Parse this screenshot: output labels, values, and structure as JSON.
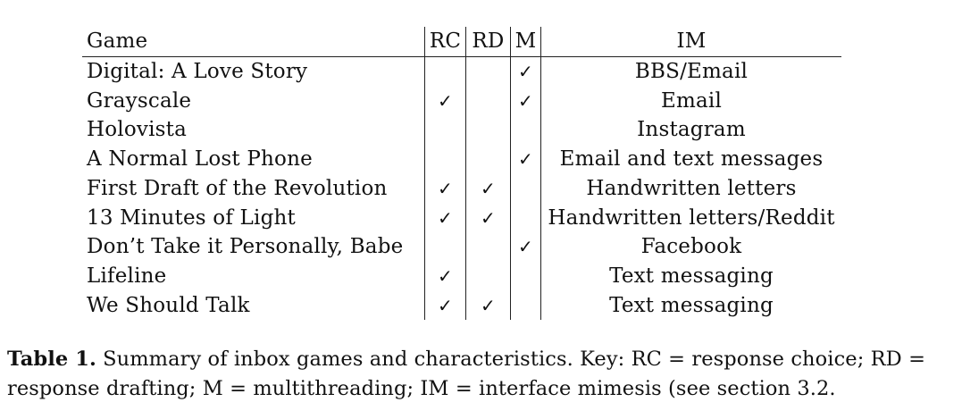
{
  "table": {
    "headers": [
      "Game",
      "RC",
      "RD",
      "M",
      "IM"
    ],
    "check_glyph": "✓",
    "rows": [
      {
        "game": "Digital: A Love Story",
        "rc": "",
        "rd": "",
        "m": "✓",
        "im": "BBS/Email"
      },
      {
        "game": "Grayscale",
        "rc": "✓",
        "rd": "",
        "m": "✓",
        "im": "Email"
      },
      {
        "game": "Holovista",
        "rc": "",
        "rd": "",
        "m": "",
        "im": "Instagram"
      },
      {
        "game": "A Normal Lost Phone",
        "rc": "",
        "rd": "",
        "m": "✓",
        "im": "Email and text messages"
      },
      {
        "game": "First Draft of the Revolution",
        "rc": "✓",
        "rd": "✓",
        "m": "",
        "im": "Handwritten letters"
      },
      {
        "game": "13 Minutes of Light",
        "rc": "✓",
        "rd": "✓",
        "m": "",
        "im": "Handwritten letters/Reddit"
      },
      {
        "game": "Don’t Take it Personally, Babe",
        "rc": "",
        "rd": "",
        "m": "✓",
        "im": "Facebook"
      },
      {
        "game": "Lifeline",
        "rc": "✓",
        "rd": "",
        "m": "",
        "im": "Text messaging"
      },
      {
        "game": "We Should Talk",
        "rc": "✓",
        "rd": "✓",
        "m": "",
        "im": "Text messaging"
      }
    ]
  },
  "caption": {
    "label": "Table 1.",
    "text": " Summary of inbox games and characteristics. Key: RC = response choice; RD = response drafting; M = multithreading; IM = interface mimesis (see section 3.2."
  }
}
